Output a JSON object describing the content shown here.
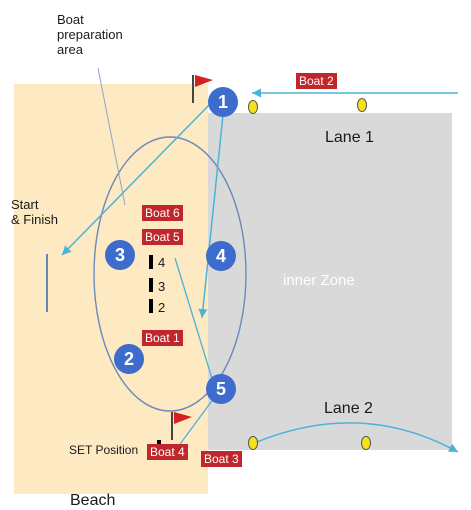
{
  "labels": {
    "boat_prep": [
      "Boat",
      "preparation",
      "area"
    ],
    "start_finish": [
      "Start",
      "& Finish"
    ],
    "lane1": "Lane 1",
    "lane2": "Lane 2",
    "inner_zone": "inner Zone",
    "set_position": "SET Position",
    "beach": "Beach"
  },
  "boats": [
    "Boat 2",
    "Boat 6",
    "Boat 5",
    "Boat 1",
    "Boat 4",
    "Boat 3"
  ],
  "markers": [
    "1",
    "2",
    "3",
    "4",
    "5"
  ],
  "positions": [
    "4",
    "3",
    "2"
  ],
  "colors": {
    "beach": "#fde9c2",
    "inner_zone": "#d9d9d9",
    "boat_tag": "#c0272d",
    "marker": "#3e6ccc",
    "arrow": "#4cb3d8",
    "buoy": "#f3e31a",
    "flag": "#d42020"
  }
}
